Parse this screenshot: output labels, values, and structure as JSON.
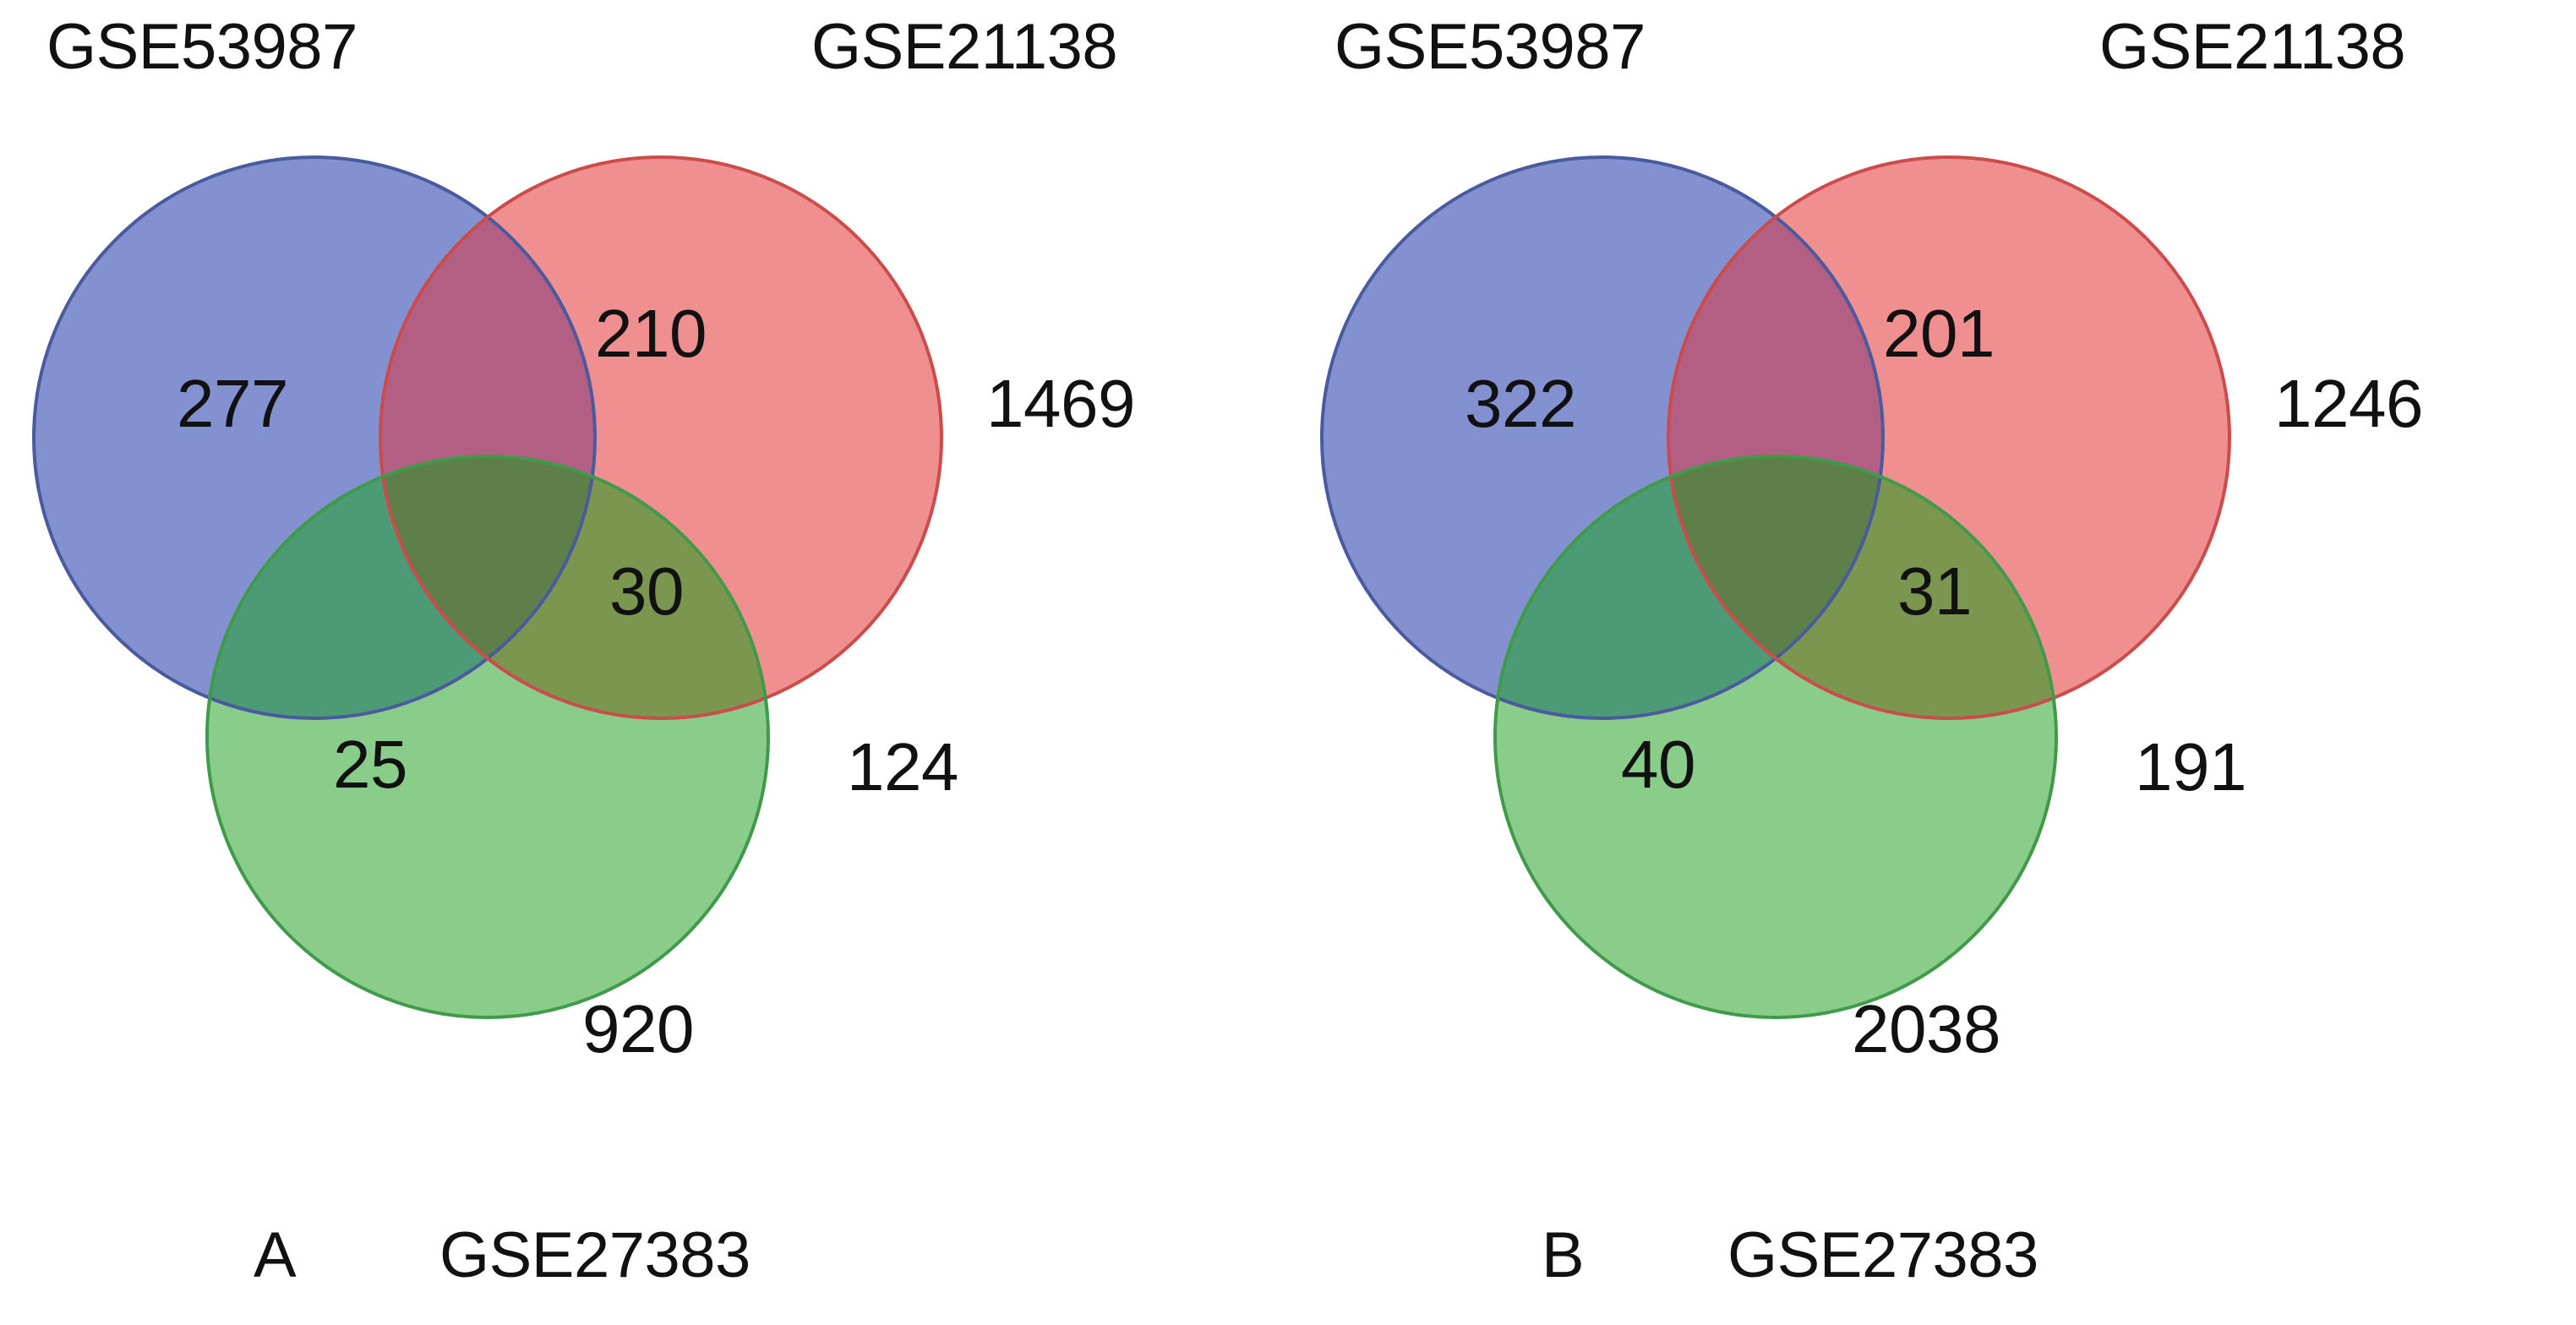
{
  "figure": {
    "type": "venn-diagram-pair",
    "background_color": "#ffffff",
    "text_color": "#111111"
  },
  "colors": {
    "set_blue_fill": "#8491d0",
    "set_blue_stroke": "#4a5a9e",
    "set_red_fill": "#ef8f8f",
    "set_red_stroke": "#cc4b4b",
    "set_green_fill": "#8acd8a",
    "set_green_stroke": "#3f9b4a",
    "blue_red_overlap": "#b35f84",
    "blue_green_overlap": "#4d9a76",
    "red_green_overlap": "#7b974f",
    "triple_overlap": "#5e7f49"
  },
  "chart_data": [
    {
      "type": "venn",
      "panel": "A",
      "panel_letter": "A",
      "sets": [
        "GSE53987",
        "GSE21138",
        "GSE27383"
      ],
      "set_labels": {
        "blue": "GSE53987",
        "red": "GSE21138",
        "green": "GSE27383"
      },
      "regions": {
        "blue_only": 277,
        "red_only": 1469,
        "green_only": 920,
        "blue_red": 210,
        "blue_green": 25,
        "red_green": 124,
        "blue_red_green": 30
      },
      "region_labels": {
        "blue_only": "277",
        "red_only": "1469",
        "green_only": "920",
        "blue_red": "210",
        "blue_green": "25",
        "red_green": "124",
        "blue_red_green": "30"
      }
    },
    {
      "type": "venn",
      "panel": "B",
      "panel_letter": "B",
      "sets": [
        "GSE53987",
        "GSE21138",
        "GSE27383"
      ],
      "set_labels": {
        "blue": "GSE53987",
        "red": "GSE21138",
        "green": "GSE27383"
      },
      "regions": {
        "blue_only": 322,
        "red_only": 1246,
        "green_only": 2038,
        "blue_red": 201,
        "blue_green": 40,
        "red_green": 191,
        "blue_red_green": 31
      },
      "region_labels": {
        "blue_only": "322",
        "red_only": "1246",
        "green_only": "2038",
        "blue_red": "201",
        "blue_green": "40",
        "red_green": "191",
        "blue_red_green": "31"
      }
    }
  ]
}
